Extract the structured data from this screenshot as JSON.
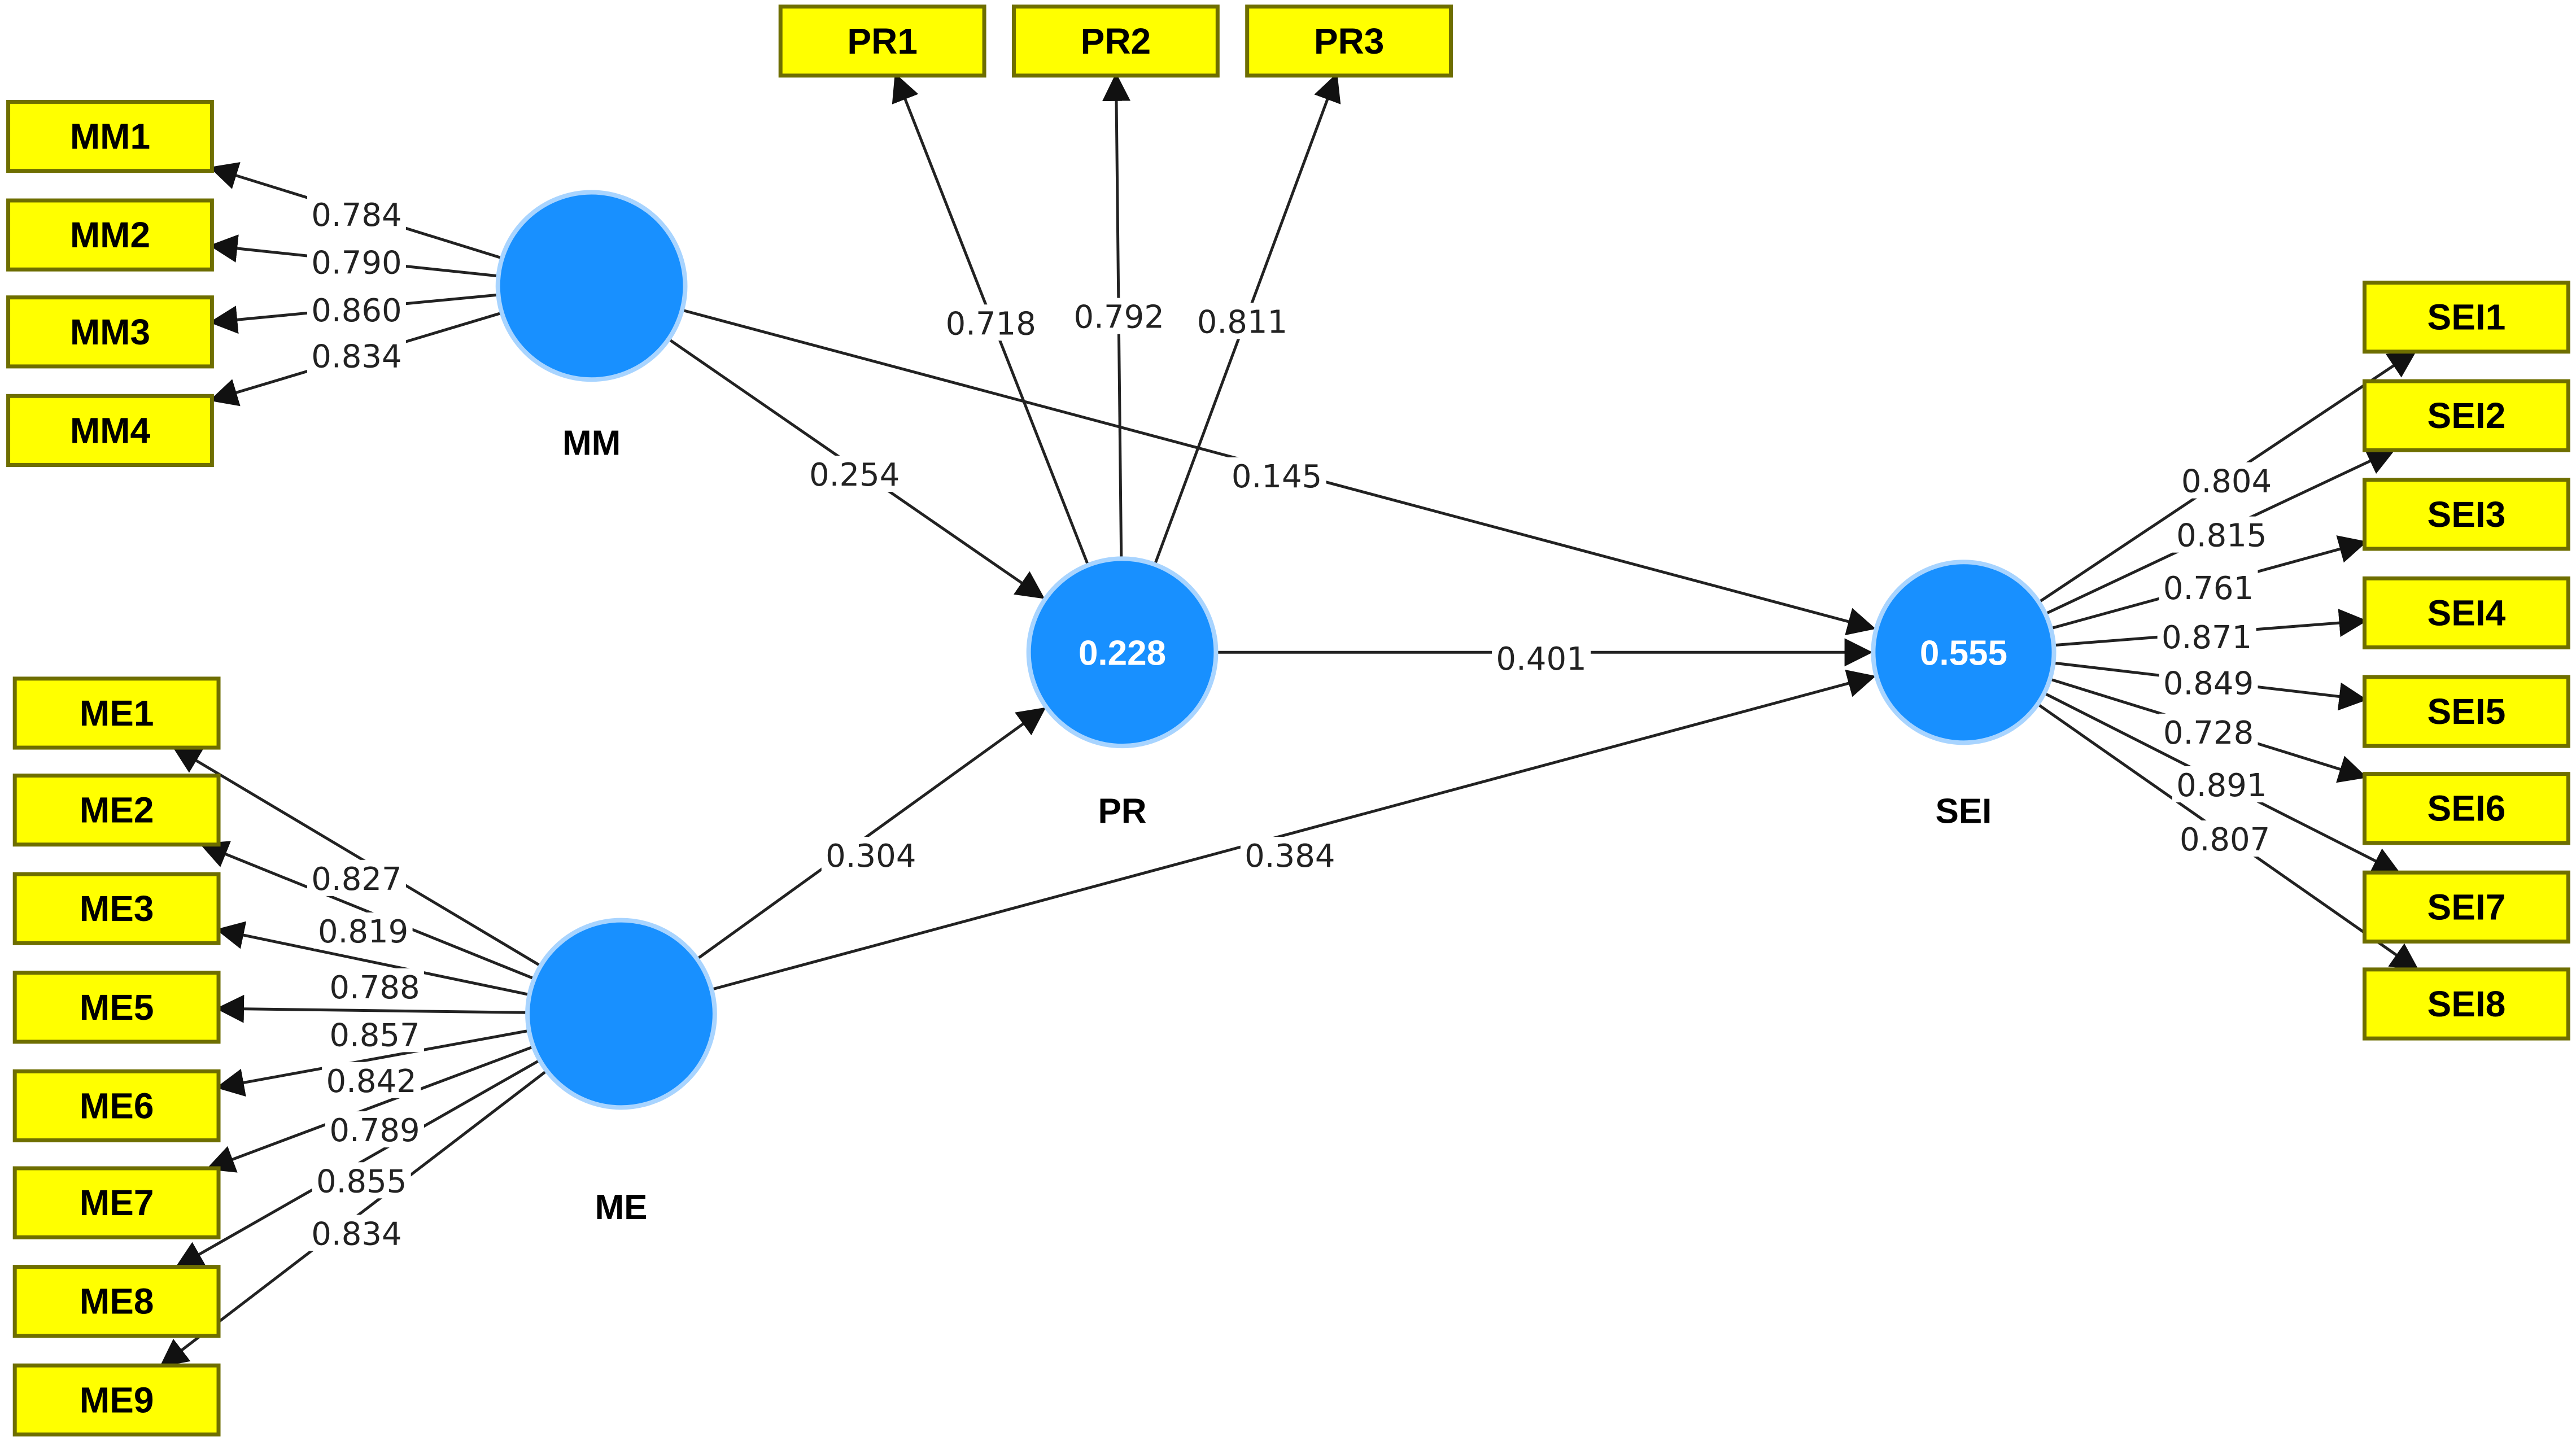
{
  "diagram": {
    "constructs": {
      "MM": {
        "name": "MM",
        "r2": ""
      },
      "ME": {
        "name": "ME",
        "r2": ""
      },
      "PR": {
        "name": "PR",
        "r2": "0.228"
      },
      "SEI": {
        "name": "SEI",
        "r2": "0.555"
      }
    },
    "indicators": {
      "MM1": "MM1",
      "MM2": "MM2",
      "MM3": "MM3",
      "MM4": "MM4",
      "PR1": "PR1",
      "PR2": "PR2",
      "PR3": "PR3",
      "ME1": "ME1",
      "ME2": "ME2",
      "ME3": "ME3",
      "ME5": "ME5",
      "ME6": "ME6",
      "ME7": "ME7",
      "ME8": "ME8",
      "ME9": "ME9",
      "SEI1": "SEI1",
      "SEI2": "SEI2",
      "SEI3": "SEI3",
      "SEI4": "SEI4",
      "SEI5": "SEI5",
      "SEI6": "SEI6",
      "SEI7": "SEI7",
      "SEI8": "SEI8"
    },
    "loadings": {
      "MM1": "0.784",
      "MM2": "0.790",
      "MM3": "0.860",
      "MM4": "0.834",
      "PR1": "0.718",
      "PR2": "0.792",
      "PR3": "0.811",
      "ME1": "0.827",
      "ME2": "0.819",
      "ME3": "0.788",
      "ME5": "0.857",
      "ME6": "0.842",
      "ME7": "0.789",
      "ME8": "0.855",
      "ME9": "0.834",
      "SEI1": "0.804",
      "SEI2": "0.815",
      "SEI3": "0.761",
      "SEI4": "0.871",
      "SEI5": "0.849",
      "SEI6": "0.728",
      "SEI7": "0.891",
      "SEI8": "0.807"
    },
    "paths": {
      "MM_PR": "0.254",
      "MM_SEI": "0.145",
      "ME_PR": "0.304",
      "ME_SEI": "0.384",
      "PR_SEI": "0.401"
    },
    "colors": {
      "construct": "#1890ff",
      "indicator": "#ffff00"
    }
  }
}
